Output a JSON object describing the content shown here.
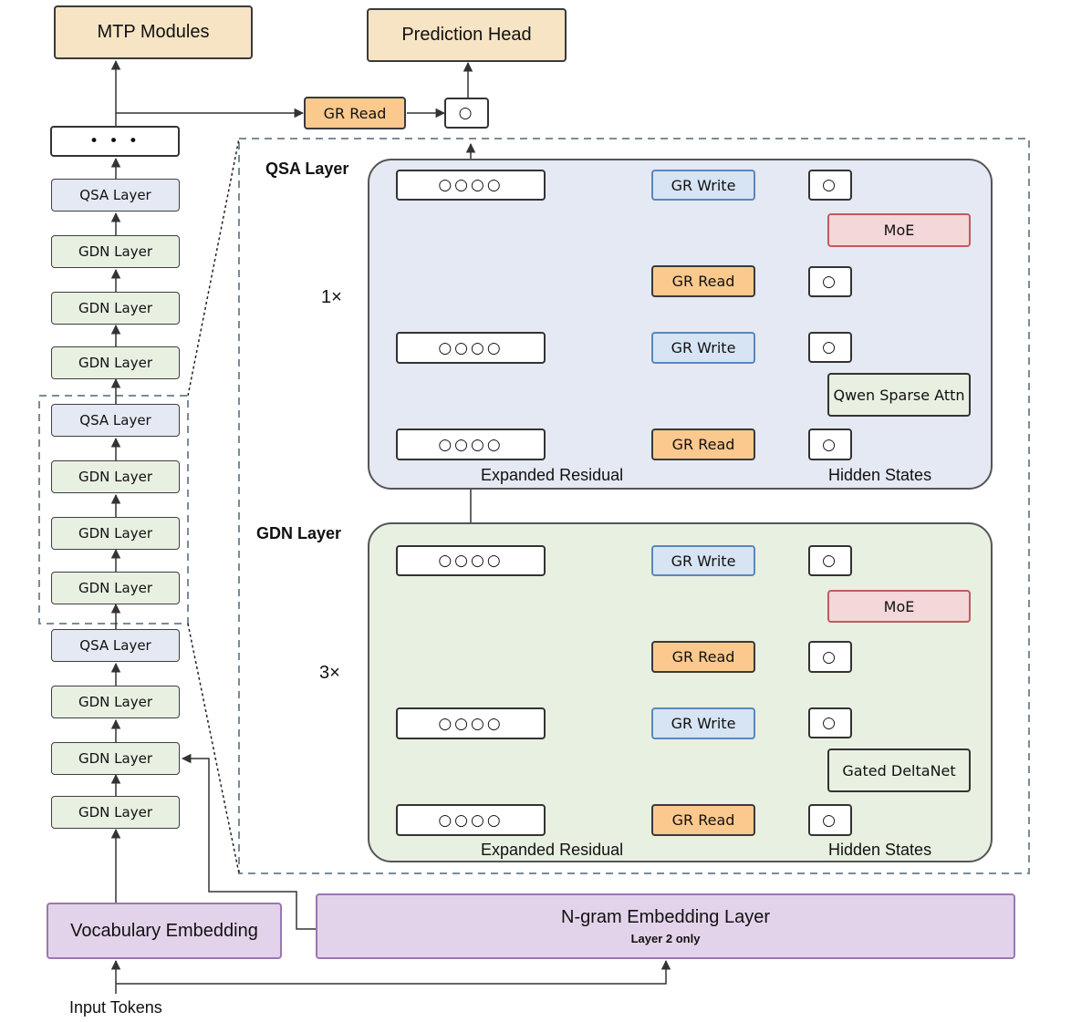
{
  "top": {
    "mtp_label": "MTP Modules",
    "prediction_label": "Prediction Head",
    "gr_read_label": "GR Read",
    "hidden_symbol": "○"
  },
  "stack": {
    "ellipsis": "• • •",
    "layers": [
      "QSA Layer",
      "GDN Layer",
      "GDN Layer",
      "GDN Layer",
      "QSA Layer",
      "GDN Layer",
      "GDN Layer",
      "GDN Layer",
      "QSA Layer",
      "GDN Layer",
      "GDN Layer",
      "GDN Layer"
    ]
  },
  "qsa_block": {
    "title": "QSA Layer",
    "repeat": "1×",
    "residual_symbols": "○○○○",
    "hidden_symbol": "○",
    "gr_write": "GR Write",
    "gr_read": "GR Read",
    "moe": "MoE",
    "attention": "Qwen Sparse Attn",
    "expanded_residual": "Expanded Residual",
    "hidden_states": "Hidden States"
  },
  "gdn_block": {
    "title": "GDN Layer",
    "repeat": "3×",
    "residual_symbols": "○○○○",
    "hidden_symbol": "○",
    "gr_write": "GR Write",
    "gr_read": "GR Read",
    "moe": "MoE",
    "mixer": "Gated DeltaNet",
    "expanded_residual": "Expanded Residual",
    "hidden_states": "Hidden States"
  },
  "bottom": {
    "vocab_label": "Vocabulary Embedding",
    "ngram_label": "N-gram Embedding Layer",
    "ngram_note": "Layer 2 only",
    "input_label": "Input Tokens"
  },
  "colors": {
    "header": "#f6e4c4",
    "qsa": "#e4e9f3",
    "gdn": "#e8f0e2",
    "gr_read": "#fbc98e",
    "gr_write": "#d6e4f4",
    "moe": "#f3d7d9",
    "embedding": "#e3d3ea"
  }
}
